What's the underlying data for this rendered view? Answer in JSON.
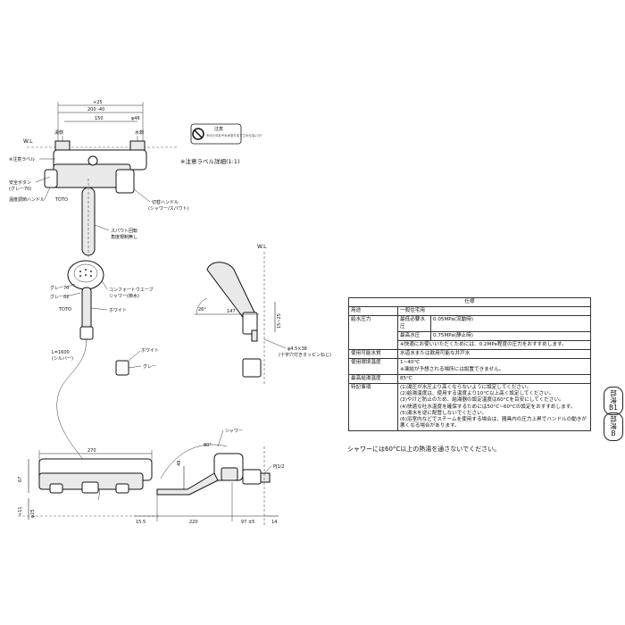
{
  "top": {
    "dim_25": "+25",
    "dim_200": "200 -40",
    "dim_150": "150",
    "dim_phi46": "φ46",
    "wl": "W.L",
    "hot_side": "湯側",
    "cold_side": "水側",
    "caution_label": "※注意ラベル",
    "safety_button": "安全ボタン",
    "safety_button_sub": "(グレー70)",
    "temp_handle": "温度調節ハンドル",
    "toto": "TOTO",
    "switch_handle": "切替ハンドル",
    "switch_handle_sub": "(シャワー/スパウト)",
    "spout_rotate": "スパウト回転",
    "spout_rotate_sub": "角度規制無し",
    "caution_detail": "※注意ラベル詳細(1:1)",
    "caution_box_title": "注意",
    "caution_box_text": "やけどのおそれがありますさわらないで!"
  },
  "shower": {
    "grey70": "グレー70",
    "grey82": "グレー82",
    "white": "ホワイト",
    "toto": "TOTO",
    "comfort_wave": "コンフォートウエーブ",
    "comfort_wave_sub": "シャワー(節水)",
    "hose_len": "L=1600",
    "hose_color": "(シルバー)",
    "holder_white": "ホワイト",
    "holder_grey": "グレー"
  },
  "side": {
    "wl": "W.L",
    "angle_26": "26°",
    "dim_147": "147",
    "dim_15_25": "15~25",
    "screw": "φ4.5×38",
    "screw_sub": "(十字穴付きタッピンねじ)"
  },
  "spec": {
    "title": "仕様",
    "use_key": "用途",
    "use_val": "一般住宅用",
    "press_key": "給水圧力",
    "min_key": "最低必要水圧",
    "min_val": "0.05MPa(流動時)",
    "max_key": "最高水圧",
    "max_val": "0.75MPa(静止時)",
    "press_note": "※快適にお使いいただくためには、0.2MPa程度の圧力をおすすめします。",
    "water_key": "使用可能水質",
    "water_val": "水道水または飲用可能な井戸水",
    "env_key": "使用環境温度",
    "env_val1": "1~40°C",
    "env_val2": "※凍結が予想される場所には設置できません。",
    "hot_key": "最高給湯温度",
    "hot_val": "85°C",
    "notes_key": "特記事項",
    "note1": "(1)湯圧が水圧より高くならないように設定してください。",
    "note2": "(2)給湯温度は、使用する温度より10°C以上高く設定してください。",
    "note3": "(3)やけど防止のため、給湯器の設定温度は60°Cを目安にしてください。",
    "note4": "(4)快適な吐水温度を確保するためには50°C~60°Cの設定をおすすめします。",
    "note5": "(5)湯水を逆に配管しないでください。",
    "note6": "(6)浴室内などでスチームを使用する場合は、器具内の圧力上昇でハンドルの動きが悪くなる場合があります。"
  },
  "warning": "シャワーには60°C以上の熱湯を通さないでください。",
  "badges": {
    "b1": [
      "部",
      "湯",
      "B1"
    ],
    "b2": [
      "部",
      "湯",
      "B"
    ]
  },
  "bottom": {
    "dim_270": "270",
    "dim_67": "67",
    "dim_11": "+11",
    "dim_25": "φ25",
    "shower_label": "シャワー",
    "angle_80": "80°",
    "dim_49": "49",
    "pj": "PJ1/2",
    "dim_155": "15.5",
    "dim_220": "220",
    "dim_97": "97 ±5",
    "dim_14": "14"
  }
}
